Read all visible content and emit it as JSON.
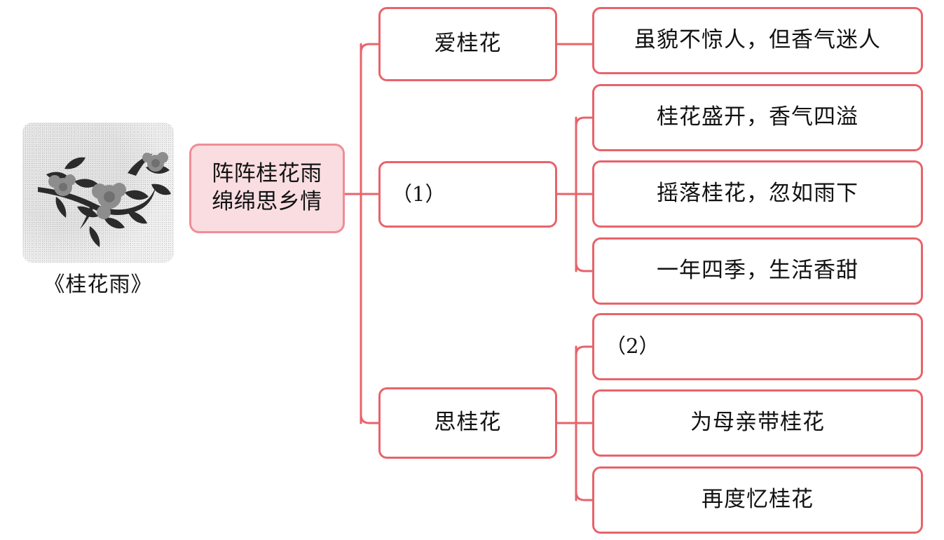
{
  "title_caption": "《桂花雨》",
  "illustration": {
    "name": "osmanthus-branch-illustration",
    "description": "桂花枝"
  },
  "colors": {
    "node_border": "#e8636a",
    "root_fill": "#f9dde1",
    "root_border": "#ef8d96",
    "connector": "#e8636a",
    "text": "#121212"
  },
  "root": {
    "line1": "阵阵桂花雨",
    "line2": "绵绵思乡情"
  },
  "branches": [
    {
      "label": "爱桂花",
      "is_blank": false,
      "children": [
        {
          "label": "虽貌不惊人，但香气迷人",
          "is_blank": false
        }
      ]
    },
    {
      "label": "（1）",
      "is_blank": true,
      "children": [
        {
          "label": "桂花盛开，香气四溢",
          "is_blank": false
        },
        {
          "label": "摇落桂花，忽如雨下",
          "is_blank": false
        },
        {
          "label": "一年四季，生活香甜",
          "is_blank": false
        }
      ]
    },
    {
      "label": "思桂花",
      "is_blank": false,
      "children": [
        {
          "label": "（2）",
          "is_blank": true
        },
        {
          "label": "为母亲带桂花",
          "is_blank": false
        },
        {
          "label": "再度忆桂花",
          "is_blank": false
        }
      ]
    }
  ]
}
